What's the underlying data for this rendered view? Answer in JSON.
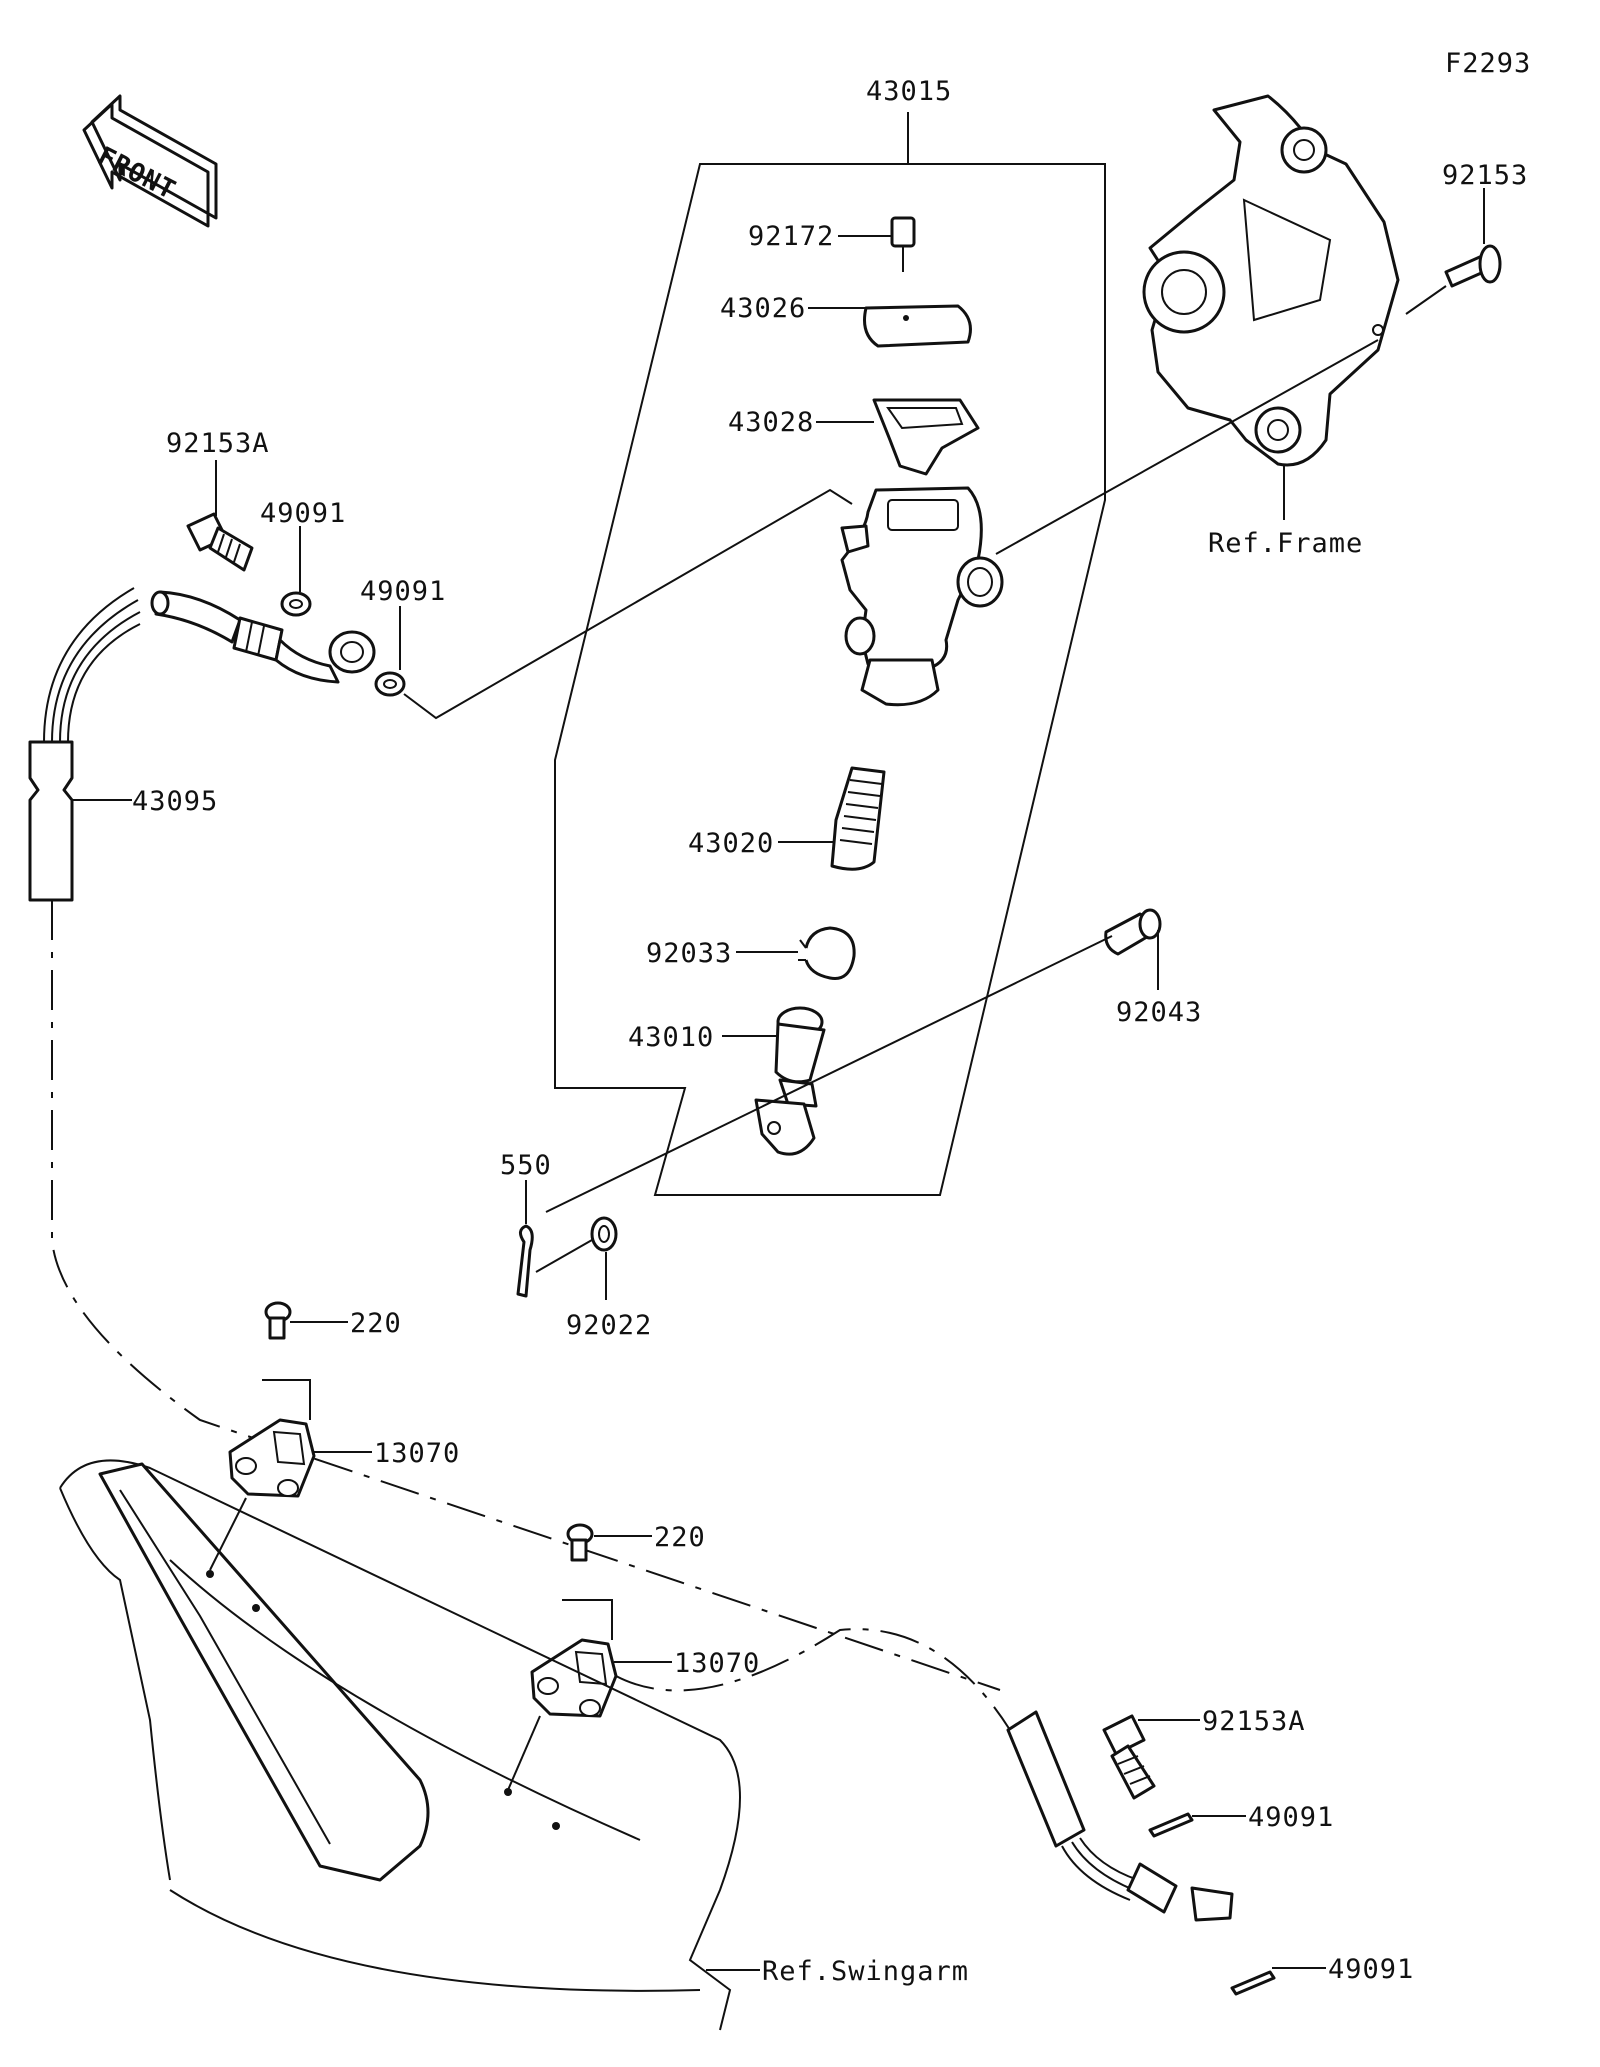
{
  "figure_code": "F2293",
  "front_label": "FRONT",
  "parts": {
    "p43015": "43015",
    "p92172": "92172",
    "p43026": "43026",
    "p43028": "43028",
    "p43020": "43020",
    "p92033": "92033",
    "p43010": "43010",
    "p92043": "92043",
    "p92153": "92153",
    "p92153A_top": "92153A",
    "p49091_a": "49091",
    "p49091_b": "49091",
    "p43095": "43095",
    "p550": "550",
    "p92022": "92022",
    "p220_a": "220",
    "p13070_a": "13070",
    "p220_b": "220",
    "p13070_b": "13070",
    "p92153A_bottom": "92153A",
    "p49091_c": "49091",
    "p49091_d": "49091"
  },
  "refs": {
    "frame": "Ref.Frame",
    "swingarm": "Ref.Swingarm"
  }
}
